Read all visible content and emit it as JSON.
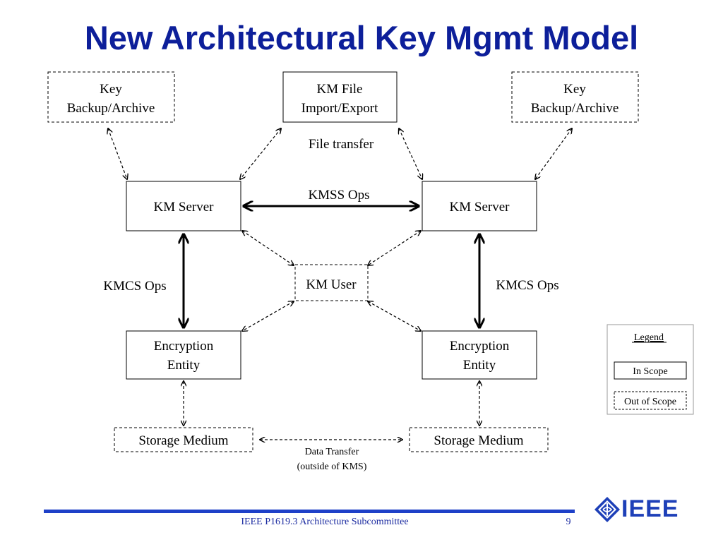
{
  "slide": {
    "title": "New Architectural Key Mgmt Model",
    "footer_text": "IEEE P1619.3 Architecture Subcommittee",
    "page_number": "9",
    "logo_text": "IEEE"
  },
  "nodes": {
    "key_backup_left": [
      "Key",
      "Backup/Archive"
    ],
    "km_file": [
      "KM File",
      "Import/Export"
    ],
    "key_backup_right": [
      "Key",
      "Backup/Archive"
    ],
    "km_server_left": "KM Server",
    "km_server_right": "KM Server",
    "km_user": "KM User",
    "encryption_left": [
      "Encryption",
      "Entity"
    ],
    "encryption_right": [
      "Encryption",
      "Entity"
    ],
    "storage_left": "Storage Medium",
    "storage_right": "Storage Medium"
  },
  "labels": {
    "file_transfer": "File transfer",
    "kmss_ops": "KMSS Ops",
    "kmcs_left": "KMCS Ops",
    "kmcs_right": "KMCS Ops",
    "data_transfer": [
      "Data Transfer",
      "(outside of KMS)"
    ]
  },
  "legend": {
    "title": "Legend",
    "in_scope": "In Scope",
    "out_of_scope": "Out of Scope"
  },
  "colors": {
    "title": "#0d1f9a",
    "footer_bar": "#1e40c8",
    "logo": "#1e40b8"
  }
}
